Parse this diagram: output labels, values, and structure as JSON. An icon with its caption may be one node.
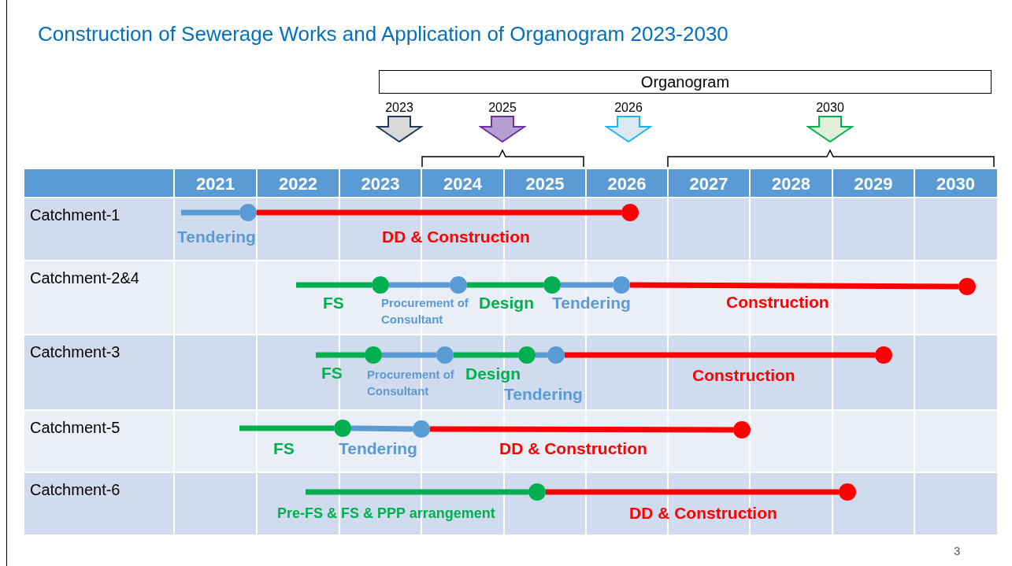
{
  "diagram": {
    "title": "Construction of Sewerage Works and Application of Organogram 2023-2030",
    "nodes": [
      {
        "text": [
          "Organogram"
        ]
      },
      {
        "text": [
          "2023"
        ]
      },
      {
        "text": [
          "2025"
        ]
      },
      {
        "text": [
          "2026"
        ]
      },
      {
        "text": [
          "2030"
        ]
      },
      {
        "text": [],
        "shape": "circle"
      },
      {
        "text": [],
        "shape": "circle"
      },
      {
        "text": [],
        "shape": "circle"
      },
      {
        "text": [],
        "shape": "circle"
      },
      {
        "text": [],
        "shape": "circle"
      },
      {
        "text": [],
        "shape": "circle"
      },
      {
        "text": [],
        "shape": "circle"
      },
      {
        "text": [],
        "shape": "circle"
      },
      {
        "text": [],
        "shape": "circle"
      },
      {
        "text": [],
        "shape": "circle"
      },
      {
        "text": [],
        "shape": "circle"
      },
      {
        "text": [],
        "shape": "circle"
      },
      {
        "text": [],
        "shape": "circle"
      },
      {
        "text": [],
        "shape": "circle"
      },
      {
        "text": [],
        "shape": "circle"
      },
      {
        "text": [],
        "shape": "circle"
      },
      {
        "text": [],
        "shape": "circle"
      }
    ],
    "edges": [
      {
        "from": null,
        "to": 5,
        "arrow": "none",
        "label": "Tendering"
      },
      {
        "from": 5,
        "to": 6,
        "arrow": "none",
        "label": "DD & Construction",
        "color": "#ff0000"
      },
      {
        "from": null,
        "to": 7,
        "arrow": "none",
        "label": "FS",
        "color": "#00b050"
      },
      {
        "from": 7,
        "to": 8,
        "arrow": "none",
        "label": "Procurement of Consultant"
      },
      {
        "from": 8,
        "to": 9,
        "arrow": "none",
        "label": "Design",
        "color": "#00b050"
      },
      {
        "from": 9,
        "to": 10,
        "arrow": "none",
        "label": "Tendering"
      },
      {
        "from": 10,
        "to": 11,
        "arrow": "none",
        "label": "Construction",
        "color": "#ff0000"
      },
      {
        "from": null,
        "to": 12,
        "arrow": "none",
        "label": "FS",
        "color": "#00b050"
      },
      {
        "from": 12,
        "to": 13,
        "arrow": "none",
        "label": "Procurement of Consultant"
      },
      {
        "from": 13,
        "to": 14,
        "arrow": "none",
        "label": "Design",
        "color": "#00b050"
      },
      {
        "from": 14,
        "to": 15,
        "arrow": "none",
        "label": "Tendering"
      },
      {
        "from": 15,
        "to": 16,
        "arrow": "none",
        "label": "Construction",
        "color": "#ff0000"
      },
      {
        "from": null,
        "to": 17,
        "arrow": "none",
        "label": "FS",
        "color": "#00b050"
      },
      {
        "from": 17,
        "to": 18,
        "arrow": "none",
        "label": "Tendering"
      },
      {
        "from": 18,
        "to": 19,
        "arrow": "none",
        "label": "DD & Construction",
        "color": "#ff0000"
      },
      {
        "from": null,
        "to": 20,
        "arrow": "none",
        "label": "Pre-FS & FS & PPP arrangement",
        "color": "#00b050"
      },
      {
        "from": 20,
        "to": 21,
        "arrow": "none",
        "label": "DD & Construction",
        "color": "#ff0000"
      }
    ],
    "labels": [
      "2021",
      "2022",
      "2023",
      "2024",
      "2025",
      "2026",
      "2027",
      "2028",
      "2029",
      "2030",
      "Catchment-1",
      "Catchment-2&4",
      "Catchment-3",
      "Catchment-5",
      "Catchment-6",
      "3"
    ]
  }
}
